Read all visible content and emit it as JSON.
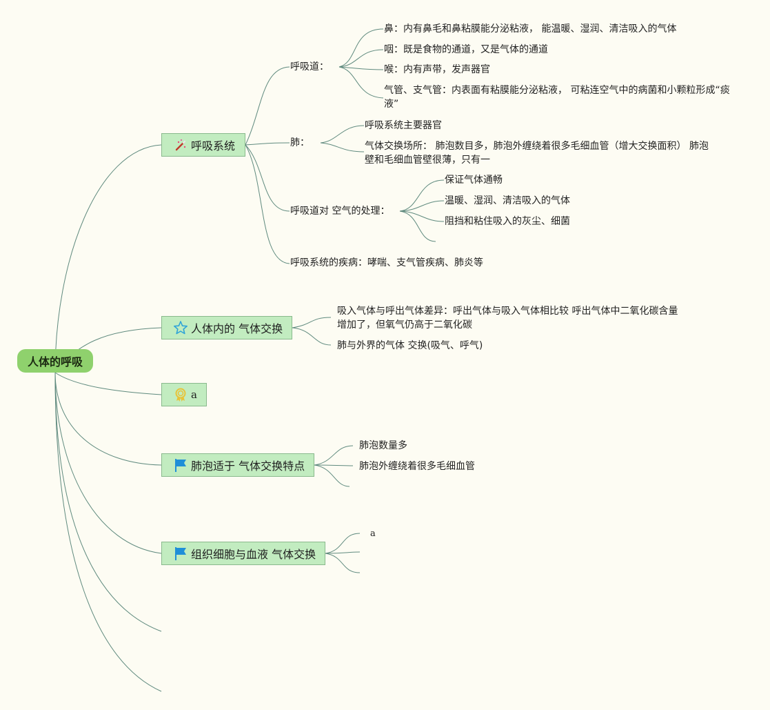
{
  "root": {
    "label": "人体的呼吸"
  },
  "topics": {
    "respiratory_system": {
      "label": "呼吸系统",
      "icon": "magic-wand-icon",
      "airway": {
        "label": "呼吸道：",
        "items": [
          "鼻：内有鼻毛和鼻粘膜能分泌粘液， 能温暖、湿润、清洁吸入的气体",
          "咽：既是食物的通道，又是气体的通道",
          "喉：内有声带，发声器官",
          "气管、支气管：内表面有粘膜能分泌粘液， 可粘连空气中的病菌和小颗粒形成“痰液”"
        ]
      },
      "lung": {
        "label": "肺：",
        "items": [
          "呼吸系统主要器官",
          "气体交换场所： 肺泡数目多，肺泡外缠绕着很多毛细血管（增大交换面积） 肺泡壁和毛细血管壁很薄，只有一"
        ]
      },
      "air_processing": {
        "label": "呼吸道对 空气的处理：",
        "items": [
          "保证气体通畅",
          "温暖、湿润、清洁吸入的气体",
          "阻挡和粘住吸入的灰尘、细菌"
        ]
      },
      "diseases": {
        "label": "呼吸系统的疾病：哮喘、支气管疾病、肺炎等"
      }
    },
    "gas_exchange": {
      "label": "人体内的 气体交换",
      "icon": "star-outline-icon",
      "items": [
        "吸入气体与呼出气体差异：呼出气体与吸入气体相比较 呼出气体中二氧化碳含量增加了，但氧气仍高于二氧化碳",
        "肺与外界的气体 交换(吸气、呼气)"
      ]
    },
    "placeholder_a": {
      "label": "a",
      "icon": "award-ribbon-icon"
    },
    "alveoli_features": {
      "label": "肺泡适于 气体交换特点",
      "icon": "blue-flag-icon",
      "items": [
        "肺泡数量多",
        "肺泡外缠绕着很多毛细血管"
      ]
    },
    "tissue_exchange": {
      "label": "组织细胞与血液 气体交换",
      "icon": "blue-flag-icon",
      "items": [
        "a"
      ]
    }
  },
  "colors": {
    "background": "#fdfcf3",
    "root_fill": "#8fd16d",
    "topic_fill": "#c2ecc0",
    "topic_border": "#89b98c",
    "connector": "#5f8a7e",
    "flag": "#1f8fd8",
    "star": "#2ea3d8",
    "ribbon": "#e8c33a"
  }
}
